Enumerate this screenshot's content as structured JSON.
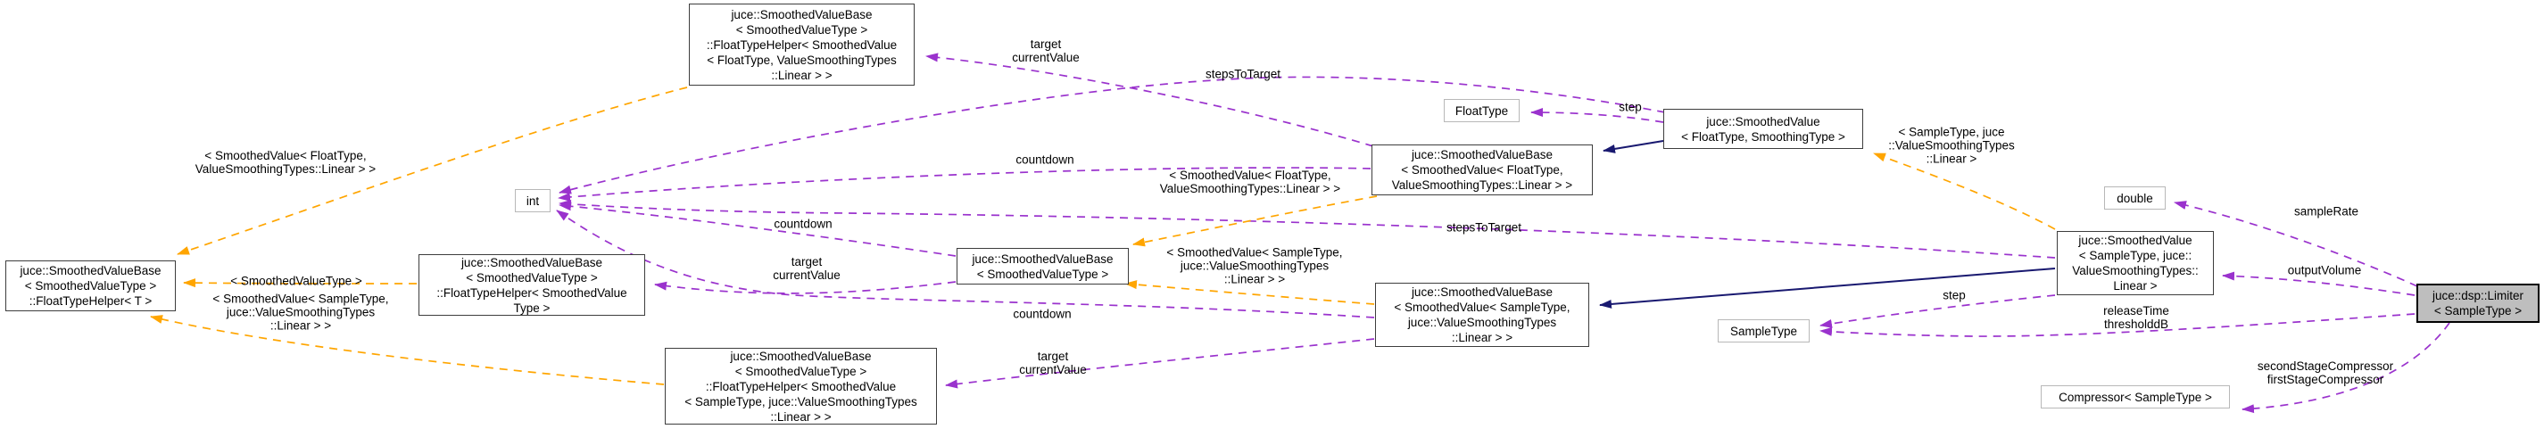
{
  "diagram": {
    "type": "doxygen-collaboration-graph",
    "main_class": "juce::dsp::Limiter< SampleType >",
    "colors": {
      "usage_edge": "#9A32CD",
      "template_edge": "#FFA500",
      "inheritance_edge": "#191970",
      "node_border": "#3d3d3d",
      "plain_node_border": "#b8b8b8",
      "current_node_fill": "#bebebe",
      "background": "#ffffff"
    },
    "nodes": [
      {
        "id": "fth-float-linear",
        "label": "juce::SmoothedValueBase\n< SmoothedValueType >\n::FloatTypeHelper< SmoothedValue\n< FloatType, ValueSmoothingTypes\n::Linear > >"
      },
      {
        "id": "floattype",
        "label": "FloatType"
      },
      {
        "id": "sv-template",
        "label": "juce::SmoothedValue\n< FloatType, SmoothingType >"
      },
      {
        "id": "svb-float-linear",
        "label": "juce::SmoothedValueBase\n< SmoothedValue< FloatType,\nValueSmoothingTypes::Linear > >"
      },
      {
        "id": "int",
        "label": "int"
      },
      {
        "id": "double",
        "label": "double"
      },
      {
        "id": "fth-t",
        "label": "juce::SmoothedValueBase\n< SmoothedValueType >\n::FloatTypeHelper< T >"
      },
      {
        "id": "fth-svtype",
        "label": "juce::SmoothedValueBase\n< SmoothedValueType >\n::FloatTypeHelper< SmoothedValue\nType >"
      },
      {
        "id": "svb-template",
        "label": "juce::SmoothedValueBase\n< SmoothedValueType >"
      },
      {
        "id": "sv-sampletype",
        "label": "juce::SmoothedValue\n< SampleType, juce::\nValueSmoothingTypes::\nLinear >"
      },
      {
        "id": "svb-sample-linear",
        "label": "juce::SmoothedValueBase\n< SmoothedValue< SampleType,\njuce::ValueSmoothingTypes\n::Linear > >"
      },
      {
        "id": "sampletype",
        "label": "SampleType"
      },
      {
        "id": "limiter",
        "label": "juce::dsp::Limiter\n< SampleType >"
      },
      {
        "id": "fth-sample-linear",
        "label": "juce::SmoothedValueBase\n< SmoothedValueType >\n::FloatTypeHelper< SmoothedValue\n< SampleType, juce::ValueSmoothingTypes\n::Linear > >"
      },
      {
        "id": "compressor",
        "label": "Compressor< SampleType >"
      }
    ],
    "edge_labels": [
      {
        "id": "target-top",
        "text": "target\ncurrentValue"
      },
      {
        "id": "stepsToTarget-top",
        "text": "stepsToTarget"
      },
      {
        "id": "step-top",
        "text": "step"
      },
      {
        "id": "tmpl-sampletype-juce",
        "text": "< SampleType, juce\n::ValueSmoothingTypes\n::Linear >"
      },
      {
        "id": "tmpl-float-left",
        "text": "< SmoothedValue< FloatType,\nValueSmoothingTypes::Linear > >"
      },
      {
        "id": "countdown-top",
        "text": "countdown"
      },
      {
        "id": "tmpl-float-right",
        "text": "< SmoothedValue< FloatType,\nValueSmoothingTypes::Linear > >"
      },
      {
        "id": "countdown-mid",
        "text": "countdown"
      },
      {
        "id": "stepsToTarget-mid",
        "text": "stepsToTarget"
      },
      {
        "id": "tmpl-sample-right",
        "text": "< SmoothedValue< SampleType,\njuce::ValueSmoothingTypes\n::Linear > >"
      },
      {
        "id": "target-mid",
        "text": "target\ncurrentValue"
      },
      {
        "id": "tmpl-svtype",
        "text": "< SmoothedValueType >"
      },
      {
        "id": "tmpl-sample-left",
        "text": "< SmoothedValue< SampleType,\njuce::ValueSmoothingTypes\n::Linear > >"
      },
      {
        "id": "countdown-bottom",
        "text": "countdown"
      },
      {
        "id": "target-bottom",
        "text": "target\ncurrentValue"
      },
      {
        "id": "step-bottom",
        "text": "step"
      },
      {
        "id": "releaseTime",
        "text": "releaseTime\nthresholddB"
      },
      {
        "id": "sampleRate",
        "text": "sampleRate"
      },
      {
        "id": "outputVolume",
        "text": "outputVolume"
      },
      {
        "id": "secondStage",
        "text": "secondStageCompressor\nfirstStageCompressor"
      }
    ],
    "edges": [
      {
        "from": "svb-float-linear",
        "to": "fth-float-linear",
        "kind": "usage",
        "label": "target currentValue"
      },
      {
        "from": "sv-template",
        "to": "int",
        "kind": "usage",
        "label": "stepsToTarget"
      },
      {
        "from": "sv-template",
        "to": "floattype",
        "kind": "usage",
        "label": "step"
      },
      {
        "from": "svb-float-linear",
        "to": "int",
        "kind": "usage",
        "label": "countdown"
      },
      {
        "from": "svb-template",
        "to": "int",
        "kind": "usage",
        "label": "countdown"
      },
      {
        "from": "sv-sampletype",
        "to": "int",
        "kind": "usage",
        "label": "stepsToTarget"
      },
      {
        "from": "svb-sample-linear",
        "to": "int",
        "kind": "usage",
        "label": "countdown"
      },
      {
        "from": "svb-template",
        "to": "fth-svtype",
        "kind": "usage",
        "label": "target currentValue"
      },
      {
        "from": "svb-sample-linear",
        "to": "fth-sample-linear",
        "kind": "usage",
        "label": "target currentValue"
      },
      {
        "from": "sv-sampletype",
        "to": "sampletype",
        "kind": "usage",
        "label": "step"
      },
      {
        "from": "limiter",
        "to": "sampletype",
        "kind": "usage",
        "label": "releaseTime thresholddB"
      },
      {
        "from": "limiter",
        "to": "double",
        "kind": "usage",
        "label": "sampleRate"
      },
      {
        "from": "limiter",
        "to": "sv-sampletype",
        "kind": "usage",
        "label": "outputVolume"
      },
      {
        "from": "limiter",
        "to": "compressor",
        "kind": "usage",
        "label": "secondStageCompressor firstStageCompressor"
      },
      {
        "from": "fth-float-linear",
        "to": "fth-t",
        "kind": "template",
        "label": "< SmoothedValue< FloatType, ValueSmoothingTypes::Linear > >"
      },
      {
        "from": "fth-svtype",
        "to": "fth-t",
        "kind": "template",
        "label": "< SmoothedValueType >"
      },
      {
        "from": "fth-sample-linear",
        "to": "fth-t",
        "kind": "template",
        "label": "< SmoothedValue< SampleType, juce::ValueSmoothingTypes ::Linear > >"
      },
      {
        "from": "svb-float-linear",
        "to": "svb-template",
        "kind": "template",
        "label": "< SmoothedValue< FloatType, ValueSmoothingTypes::Linear > >"
      },
      {
        "from": "svb-sample-linear",
        "to": "svb-template",
        "kind": "template",
        "label": "< SmoothedValue< SampleType, juce::ValueSmoothingTypes ::Linear > >"
      },
      {
        "from": "sv-sampletype",
        "to": "sv-template",
        "kind": "template",
        "label": "< SampleType, juce ::ValueSmoothingTypes ::Linear >"
      },
      {
        "from": "sv-template",
        "to": "svb-float-linear",
        "kind": "inheritance"
      },
      {
        "from": "sv-sampletype",
        "to": "svb-sample-linear",
        "kind": "inheritance"
      }
    ]
  }
}
